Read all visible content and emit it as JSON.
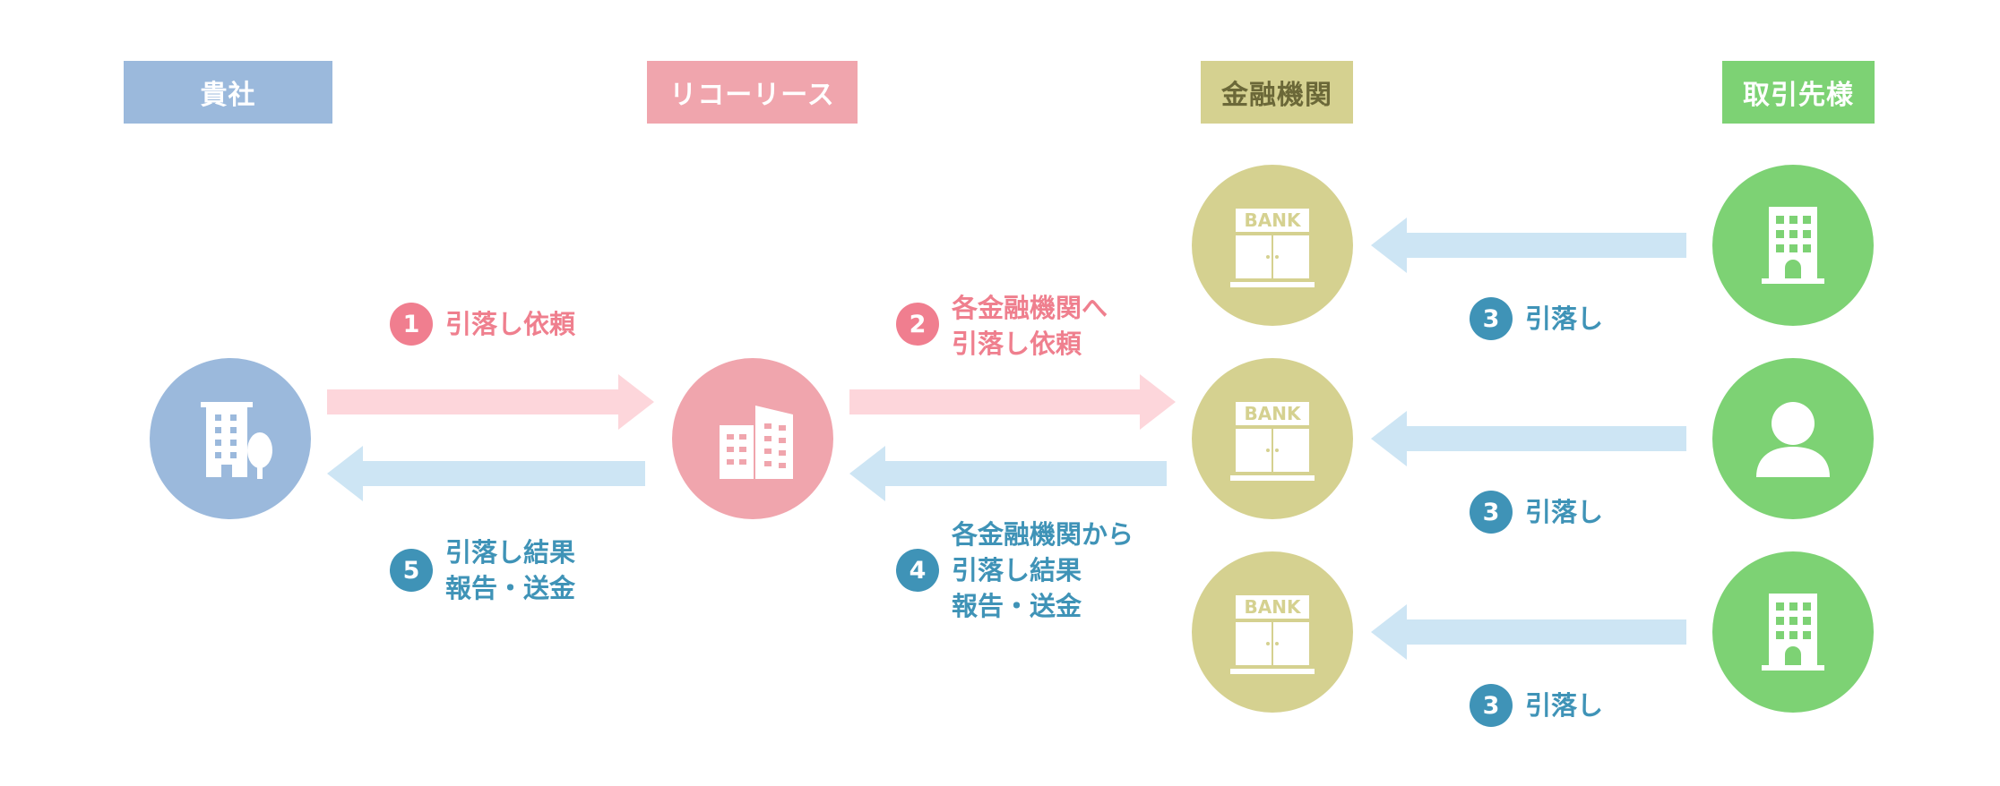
{
  "headers": {
    "company": "貴社",
    "reco_lease": "リコーリース",
    "bank": "金融機関",
    "partner": "取引先様"
  },
  "bank_icon_label": "BANK",
  "steps": {
    "s1": {
      "num": "1",
      "lines": [
        "引落し依頼"
      ]
    },
    "s2": {
      "num": "2",
      "lines": [
        "各金融機関へ",
        "引落し依頼"
      ]
    },
    "s3a": {
      "num": "3",
      "lines": [
        "引落し"
      ]
    },
    "s3b": {
      "num": "3",
      "lines": [
        "引落し"
      ]
    },
    "s3c": {
      "num": "3",
      "lines": [
        "引落し"
      ]
    },
    "s4": {
      "num": "4",
      "lines": [
        "各金融機関から",
        "引落し結果",
        "報告・送金"
      ]
    },
    "s5": {
      "num": "5",
      "lines": [
        "引落し結果",
        "報告・送金"
      ]
    }
  },
  "colors": {
    "company": "#9bb9dc",
    "reco_lease": "#f0a5ad",
    "bank": "#d5d190",
    "partner": "#7dd274",
    "arrow_pink": "#fdd6db",
    "arrow_blue": "#cde5f4",
    "text_pink": "#ef7f8e",
    "text_blue": "#3f93b7"
  }
}
